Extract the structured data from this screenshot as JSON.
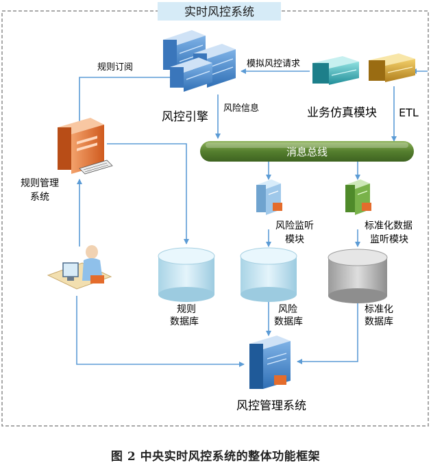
{
  "diagram": {
    "frame_title": "实时风控系统",
    "caption": "图 2    中央实时风控系统的整体功能框架",
    "nodes": {
      "risk_engine": "风控引擎",
      "business_sim": "业务仿真模块",
      "etl": "ETL",
      "message_bus": "消息总线",
      "rule_mgmt": "规则管理系统",
      "risk_listener": "风险监听模块",
      "std_listener": "标准化数据监听模块",
      "rule_db": "规则数据库",
      "risk_db": "风险数据库",
      "std_db": "标准化数据库",
      "risk_mgmt": "风控管理系统"
    },
    "edges": {
      "rule_subscribe": "规则订阅",
      "sim_request": "模拟风控请求",
      "risk_info": "风险信息"
    },
    "colors": {
      "arrow": "#5b9bd5",
      "bus": "#4f7a2c",
      "frame": "#8c8c8c",
      "title_bg": "#d6ebf7",
      "db_blue": "#cfe9f4",
      "db_gray": "#c8c8c8"
    }
  }
}
